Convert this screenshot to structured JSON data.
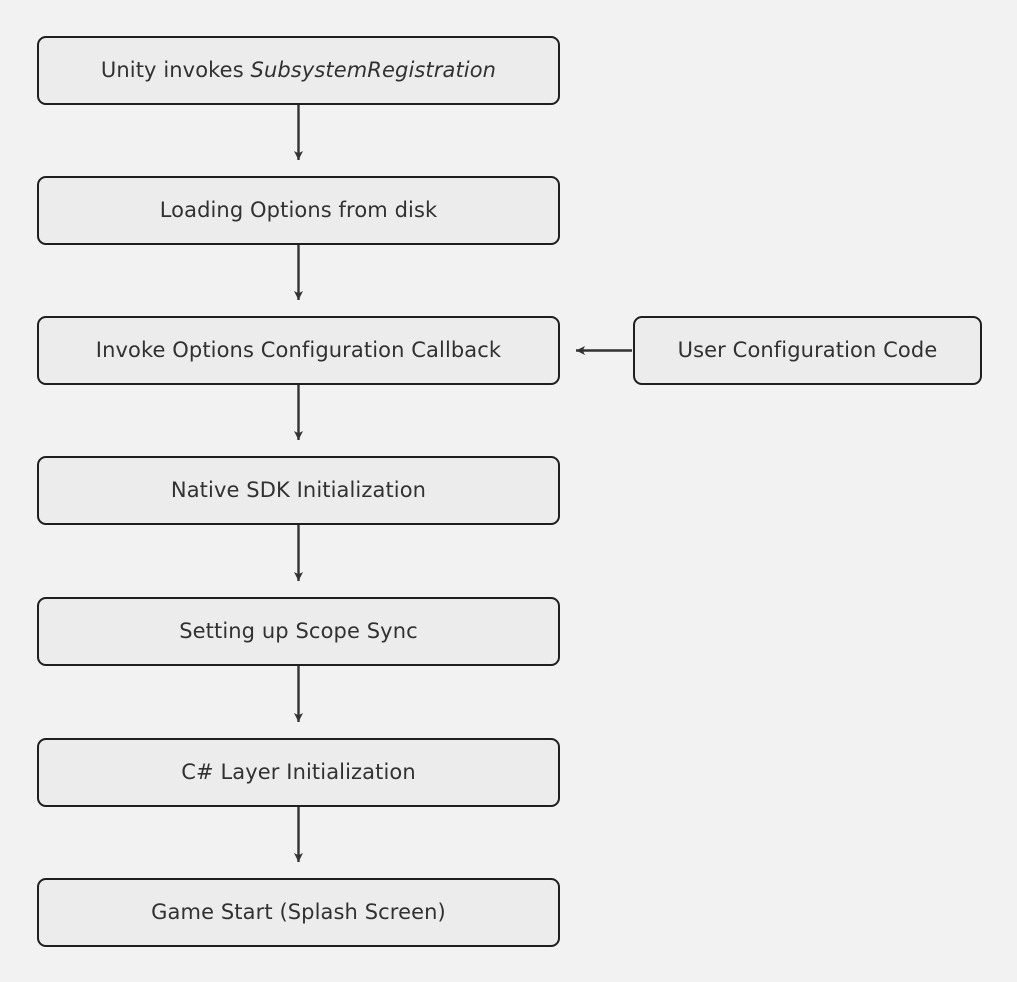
{
  "diagram": {
    "type": "flowchart",
    "direction": "top-to-bottom",
    "background_color": "#f2f2f2",
    "node_fill_color": "#ececec",
    "node_border_color": "#1f1f1f",
    "text_color": "#313131",
    "edge_color": "#333333",
    "nodes": [
      {
        "id": "n0",
        "label": "Unity invokes SubsystemRegistration",
        "label_prefix": "Unity invokes ",
        "label_emphasis": "SubsystemRegistration",
        "column": "main"
      },
      {
        "id": "n1",
        "label": "Loading Options from disk",
        "column": "main"
      },
      {
        "id": "n2",
        "label": "Invoke Options Configuration Callback",
        "column": "main"
      },
      {
        "id": "n3",
        "label": "Native SDK Initialization",
        "column": "main"
      },
      {
        "id": "n4",
        "label": "Setting up Scope Sync",
        "column": "main"
      },
      {
        "id": "n5",
        "label": "C# Layer Initialization",
        "column": "main"
      },
      {
        "id": "n6",
        "label": "Game Start (Splash Screen)",
        "column": "main"
      },
      {
        "id": "s0",
        "label": "User Configuration Code",
        "column": "side"
      }
    ],
    "edges": [
      {
        "from": "n0",
        "to": "n1",
        "direction": "down"
      },
      {
        "from": "n1",
        "to": "n2",
        "direction": "down"
      },
      {
        "from": "n2",
        "to": "n3",
        "direction": "down"
      },
      {
        "from": "n3",
        "to": "n4",
        "direction": "down"
      },
      {
        "from": "n4",
        "to": "n5",
        "direction": "down"
      },
      {
        "from": "n5",
        "to": "n6",
        "direction": "down"
      },
      {
        "from": "s0",
        "to": "n2",
        "direction": "left"
      }
    ]
  }
}
